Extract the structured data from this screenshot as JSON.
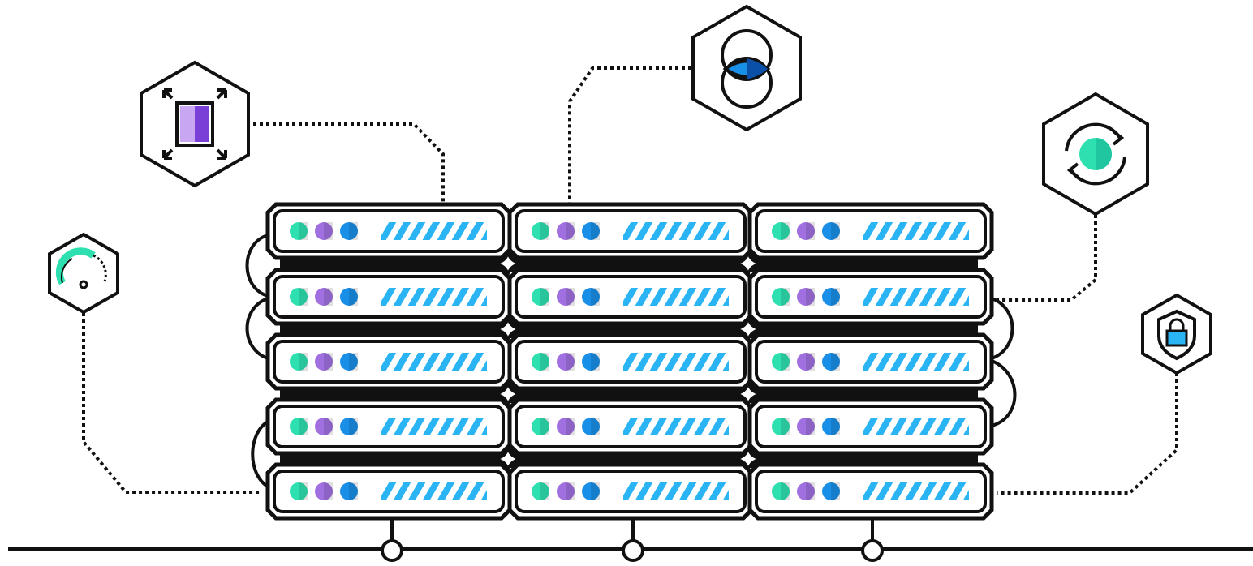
{
  "illustration": {
    "subject": "server-rack-infrastructure",
    "rack": {
      "columns": 3,
      "rows": 5,
      "status_lights": [
        "teal",
        "purple",
        "blue"
      ]
    },
    "hub_icons": [
      {
        "name": "speedometer-icon"
      },
      {
        "name": "resize-icon"
      },
      {
        "name": "eye-icon"
      },
      {
        "name": "sync-icon"
      },
      {
        "name": "shield-lock-icon"
      }
    ]
  },
  "colors": {
    "outline": "#111111",
    "teal": "#2ee0b0",
    "purple": "#a070e0",
    "purple_dark": "#7a3fd6",
    "blue": "#1a8fe8",
    "stripe": "#2ab4f4",
    "background": "#ffffff"
  }
}
